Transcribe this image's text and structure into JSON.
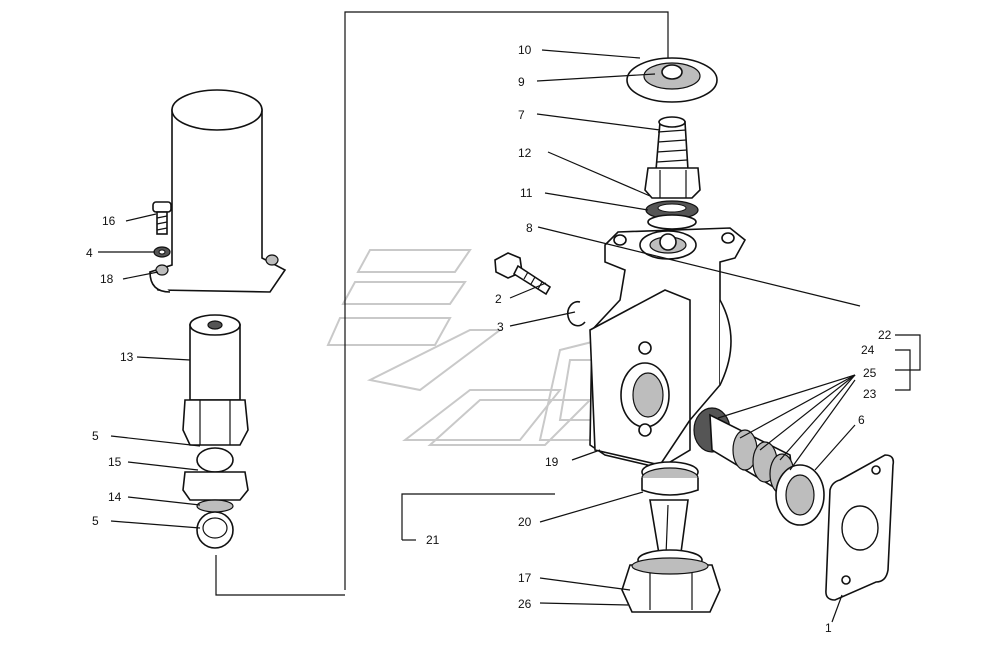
{
  "diagram": {
    "callouts": [
      {
        "id": "c10",
        "text": "10"
      },
      {
        "id": "c9",
        "text": "9"
      },
      {
        "id": "c7",
        "text": "7"
      },
      {
        "id": "c12",
        "text": "12"
      },
      {
        "id": "c11",
        "text": "11"
      },
      {
        "id": "c8",
        "text": "8"
      },
      {
        "id": "c2",
        "text": "2"
      },
      {
        "id": "c3",
        "text": "3"
      },
      {
        "id": "c16",
        "text": "16"
      },
      {
        "id": "c4",
        "text": "4"
      },
      {
        "id": "c18",
        "text": "18"
      },
      {
        "id": "c13",
        "text": "13"
      },
      {
        "id": "c5a",
        "text": "5"
      },
      {
        "id": "c15",
        "text": "15"
      },
      {
        "id": "c14",
        "text": "14"
      },
      {
        "id": "c5b",
        "text": "5"
      },
      {
        "id": "c22",
        "text": "22"
      },
      {
        "id": "c24",
        "text": "24"
      },
      {
        "id": "c25",
        "text": "25"
      },
      {
        "id": "c23",
        "text": "23"
      },
      {
        "id": "c6",
        "text": "6"
      },
      {
        "id": "c19",
        "text": "19"
      },
      {
        "id": "c20",
        "text": "20"
      },
      {
        "id": "c21",
        "text": "21"
      },
      {
        "id": "c17",
        "text": "17"
      },
      {
        "id": "c26",
        "text": "26"
      },
      {
        "id": "c1",
        "text": "1"
      }
    ]
  }
}
